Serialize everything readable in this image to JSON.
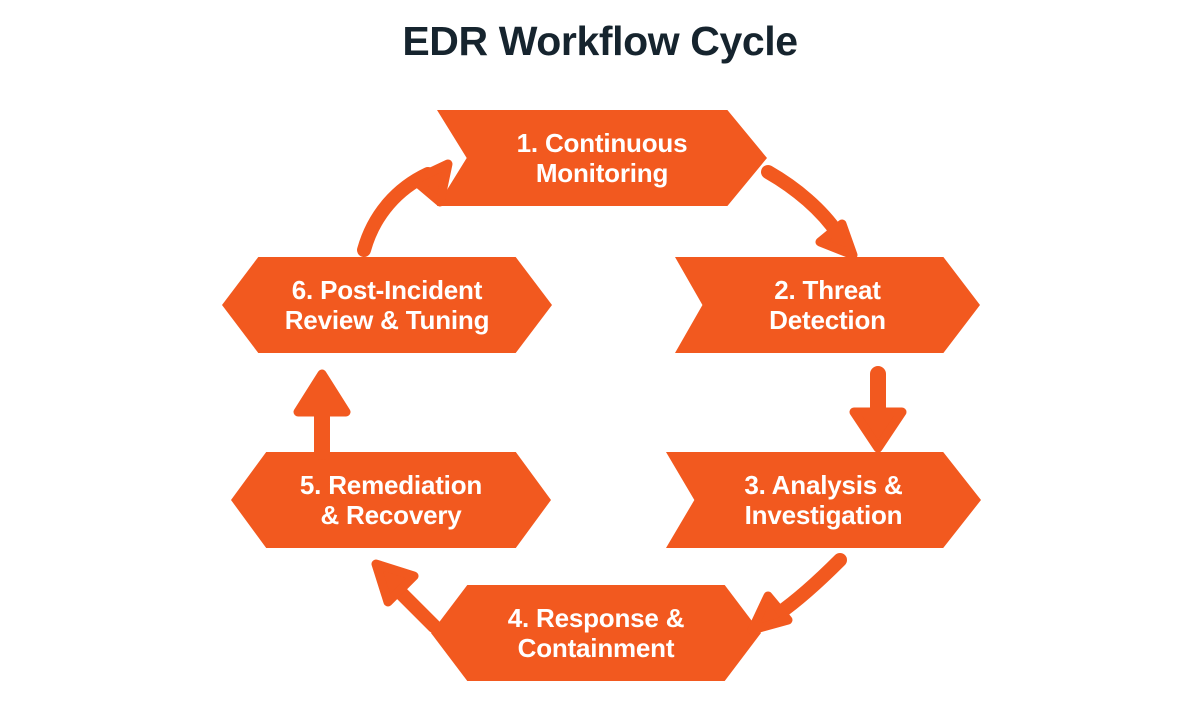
{
  "diagram": {
    "title": "EDR Workflow Cycle",
    "type": "cycle",
    "background_color": "#FFFFFF",
    "accent_color": "#F2591F",
    "title_color": "#16242E",
    "node_text_color": "#FFFFFF",
    "node_count": 6,
    "nodes": [
      {
        "id": "node-1",
        "step": "1",
        "name": "continuous-monitoring",
        "line1": "1. Continuous",
        "line2": "Monitoring",
        "shape": "chevron",
        "position": "top"
      },
      {
        "id": "node-2",
        "step": "2",
        "name": "threat-detection",
        "line1": "2. Threat",
        "line2": "Detection",
        "shape": "chevron",
        "position": "upper-right"
      },
      {
        "id": "node-3",
        "step": "3",
        "name": "analysis-investigation",
        "line1": "3. Analysis &",
        "line2": "Investigation",
        "shape": "chevron",
        "position": "lower-right"
      },
      {
        "id": "node-4",
        "step": "4",
        "name": "response-containment",
        "line1": "4. Response &",
        "line2": "Containment",
        "shape": "hexagon",
        "position": "bottom"
      },
      {
        "id": "node-5",
        "step": "5",
        "name": "remediation-recovery",
        "line1": "5. Remediation",
        "line2": "& Recovery",
        "shape": "hexagon",
        "position": "lower-left"
      },
      {
        "id": "node-6",
        "step": "6",
        "name": "post-incident-review-tuning",
        "line1": "6. Post-Incident",
        "line2": "Review & Tuning",
        "shape": "hexagon",
        "position": "upper-left"
      }
    ],
    "connectors": [
      {
        "id": "arrow-1-2",
        "from": "1",
        "to": "2",
        "style": "curved",
        "direction": "down-right"
      },
      {
        "id": "arrow-2-3",
        "from": "2",
        "to": "3",
        "style": "straight",
        "direction": "down"
      },
      {
        "id": "arrow-3-4",
        "from": "3",
        "to": "4",
        "style": "curved",
        "direction": "down-left"
      },
      {
        "id": "arrow-4-5",
        "from": "4",
        "to": "5",
        "style": "straight",
        "direction": "up-left"
      },
      {
        "id": "arrow-5-6",
        "from": "5",
        "to": "6",
        "style": "straight",
        "direction": "up"
      },
      {
        "id": "arrow-6-1",
        "from": "6",
        "to": "1",
        "style": "curved",
        "direction": "up-right"
      }
    ]
  }
}
